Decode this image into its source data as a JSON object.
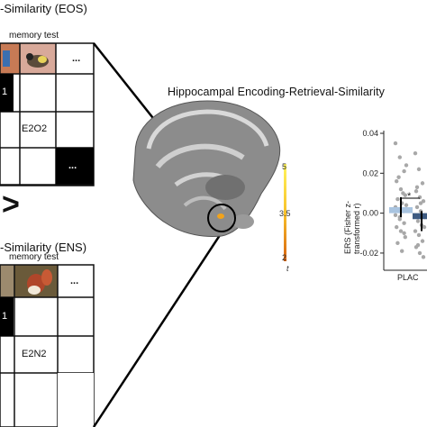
{
  "eos_panel": {
    "title": "-Similarity (EOS)",
    "memory_test_label": "memory test",
    "ellipsis": "...",
    "left_label": "1",
    "diag_label": "E2O2",
    "bottom_ellipsis": "..."
  },
  "comparison_symbol": ">",
  "ens_panel": {
    "title": "-Similarity (ENS)",
    "memory_test_label": "memory test",
    "ellipsis": "...",
    "left_label": "1",
    "diag_label": "E2N2"
  },
  "brain_panel": {
    "title": "Hippocampal  Encoding-Retrieval-Similarity",
    "colorbar_max": "5",
    "colorbar_mid": "3.5",
    "colorbar_min": "2",
    "colorbar_unit": "t"
  },
  "chart_data": {
    "type": "bar",
    "ylabel": "ERS (Fisher z-transformed r)",
    "yticks": [
      "0.04",
      "0.02",
      "0.00",
      "-0.02"
    ],
    "ylim": [
      -0.025,
      0.04
    ],
    "categories": [
      "PLAC"
    ],
    "series": [
      {
        "values": [
          0.003
        ],
        "color": "#a9c4e0"
      },
      {
        "values": [
          -0.003
        ],
        "color": "#3e5b82"
      }
    ],
    "significance": "*",
    "points_a": [
      0.035,
      0.028,
      0.021,
      0.016,
      0.012,
      0.009,
      0.007,
      0.005,
      0.004,
      0.002,
      0.001,
      -0.001,
      -0.003,
      -0.005,
      -0.007,
      -0.009,
      -0.012,
      -0.015,
      -0.019,
      0.024,
      0.018,
      0.01,
      0.003,
      -0.002,
      -0.01
    ],
    "points_b": [
      0.03,
      0.022,
      0.015,
      0.011,
      0.008,
      0.006,
      0.003,
      0.001,
      -0.002,
      -0.004,
      -0.006,
      -0.009,
      -0.011,
      -0.014,
      -0.017,
      -0.02,
      -0.022,
      0.013,
      0.005,
      -0.007,
      -0.016
    ]
  }
}
